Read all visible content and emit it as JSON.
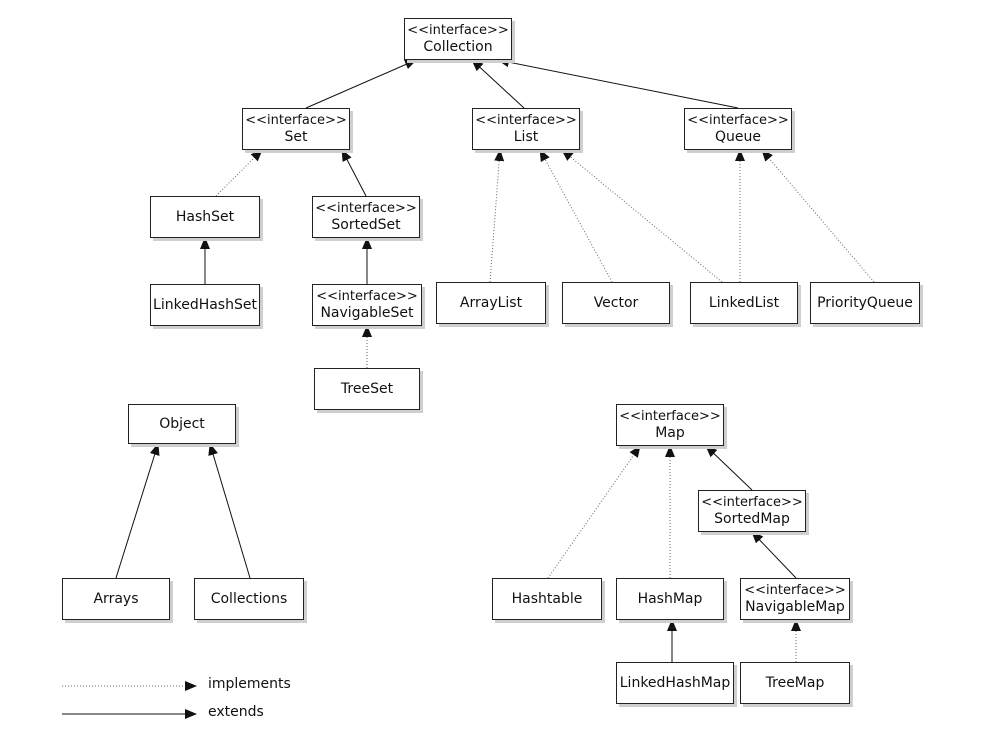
{
  "stereotype": "<<interface>>",
  "nodes": {
    "collection": {
      "label": "Collection",
      "interface": true
    },
    "set": {
      "label": "Set",
      "interface": true
    },
    "list": {
      "label": "List",
      "interface": true
    },
    "queue": {
      "label": "Queue",
      "interface": true
    },
    "hashset": {
      "label": "HashSet",
      "interface": false
    },
    "sortedset": {
      "label": "SortedSet",
      "interface": true
    },
    "linkedhashset": {
      "label": "LinkedHashSet",
      "interface": false
    },
    "navigableset": {
      "label": "NavigableSet",
      "interface": true
    },
    "treeset": {
      "label": "TreeSet",
      "interface": false
    },
    "arraylist": {
      "label": "ArrayList",
      "interface": false
    },
    "vector": {
      "label": "Vector",
      "interface": false
    },
    "linkedlist": {
      "label": "LinkedList",
      "interface": false
    },
    "priorityqueue": {
      "label": "PriorityQueue",
      "interface": false
    },
    "object": {
      "label": "Object",
      "interface": false
    },
    "arrays": {
      "label": "Arrays",
      "interface": false
    },
    "collections": {
      "label": "Collections",
      "interface": false
    },
    "map": {
      "label": "Map",
      "interface": true
    },
    "sortedmap": {
      "label": "SortedMap",
      "interface": true
    },
    "hashtable": {
      "label": "Hashtable",
      "interface": false
    },
    "hashmap": {
      "label": "HashMap",
      "interface": false
    },
    "navigablemap": {
      "label": "NavigableMap",
      "interface": true
    },
    "linkedhashmap": {
      "label": "LinkedHashMap",
      "interface": false
    },
    "treemap": {
      "label": "TreeMap",
      "interface": false
    }
  },
  "edges": [
    {
      "from": "set",
      "to": "collection",
      "kind": "extends"
    },
    {
      "from": "list",
      "to": "collection",
      "kind": "extends"
    },
    {
      "from": "queue",
      "to": "collection",
      "kind": "extends"
    },
    {
      "from": "hashset",
      "to": "set",
      "kind": "implements"
    },
    {
      "from": "sortedset",
      "to": "set",
      "kind": "extends"
    },
    {
      "from": "linkedhashset",
      "to": "hashset",
      "kind": "extends"
    },
    {
      "from": "navigableset",
      "to": "sortedset",
      "kind": "extends"
    },
    {
      "from": "treeset",
      "to": "navigableset",
      "kind": "implements"
    },
    {
      "from": "arraylist",
      "to": "list",
      "kind": "implements"
    },
    {
      "from": "vector",
      "to": "list",
      "kind": "implements"
    },
    {
      "from": "linkedlist",
      "to": "list",
      "kind": "implements"
    },
    {
      "from": "linkedlist",
      "to": "queue",
      "kind": "implements"
    },
    {
      "from": "priorityqueue",
      "to": "queue",
      "kind": "implements"
    },
    {
      "from": "arrays",
      "to": "object",
      "kind": "extends"
    },
    {
      "from": "collections",
      "to": "object",
      "kind": "extends"
    },
    {
      "from": "hashtable",
      "to": "map",
      "kind": "implements"
    },
    {
      "from": "hashmap",
      "to": "map",
      "kind": "implements"
    },
    {
      "from": "sortedmap",
      "to": "map",
      "kind": "extends"
    },
    {
      "from": "navigablemap",
      "to": "sortedmap",
      "kind": "extends"
    },
    {
      "from": "linkedhashmap",
      "to": "hashmap",
      "kind": "extends"
    },
    {
      "from": "treemap",
      "to": "navigablemap",
      "kind": "implements"
    }
  ],
  "legend": {
    "implements": "implements",
    "extends": "extends"
  }
}
